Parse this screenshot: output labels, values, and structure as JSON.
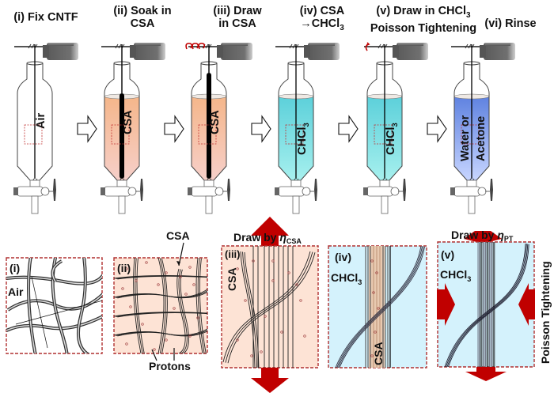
{
  "steps": [
    {
      "id": "i",
      "title_line1": "(i) Fix CNTF",
      "title_line2": "",
      "title_sub": "",
      "solvent_label": "Air",
      "solvent_label2": "",
      "fill_top": "#ffffff",
      "fill_bottom": "#ffffff",
      "fiber": "thin",
      "motor_twist": "none"
    },
    {
      "id": "ii",
      "title_line1": "(ii) Soak in",
      "title_line2": "CSA",
      "title_sub": "",
      "solvent_label": "CSA",
      "solvent_label2": "",
      "fill_top": "#f5b68a",
      "fill_bottom": "#f6cfc9",
      "fiber": "thick",
      "motor_twist": "none"
    },
    {
      "id": "iii",
      "title_line1": "(iii) Draw",
      "title_line2": "in CSA",
      "title_sub": "",
      "solvent_label": "CSA",
      "solvent_label2": "",
      "fill_top": "#f5b68a",
      "fill_bottom": "#f6cfc9",
      "fiber": "thick",
      "motor_twist": "many"
    },
    {
      "id": "iv",
      "title_line1": "(iv) CSA",
      "title_line2": "→CHCl",
      "title_sub": "3",
      "solvent_label": "CHCl",
      "solvent_label_sub": "3",
      "solvent_label2": "",
      "fill_top": "#5cd0da",
      "fill_bottom": "#a6f0ee",
      "fiber": "thin",
      "motor_twist": "none"
    },
    {
      "id": "v",
      "title_line1": "(v) Draw in CHCl",
      "title_line1_sub": "3",
      "title_line2": "Poisson Tightening",
      "title_sub": "",
      "solvent_label": "CHCl",
      "solvent_label_sub": "3",
      "solvent_label2": "",
      "fill_top": "#5cd0da",
      "fill_bottom": "#a6f0ee",
      "fiber": "thin",
      "motor_twist": "one"
    },
    {
      "id": "vi",
      "title_line1": "(vi) Rinse",
      "title_line2": "",
      "title_sub": "",
      "solvent_label": "Water or",
      "solvent_label2": "Acetone",
      "fill_top": "#5f82e0",
      "fill_bottom": "#c7d5ff",
      "fiber": "thin",
      "motor_twist": "none"
    }
  ],
  "panels": [
    {
      "id": "i",
      "tag": "(i)",
      "medium": "Air",
      "background": "#ffffff"
    },
    {
      "id": "ii",
      "tag": "(ii)",
      "medium": "CSA",
      "background": "#fde3d5",
      "annot_top": "CSA",
      "annot_bottom": "Protons"
    },
    {
      "id": "iii",
      "tag": "(iii)",
      "medium": "CSA",
      "background": "#fde3d5",
      "draw_label": "Draw by ",
      "draw_symbol": "η",
      "draw_sub": "CSA"
    },
    {
      "id": "iv",
      "tag": "(iv)",
      "medium": "CHCl",
      "medium_sub": "3",
      "background": "#d4f2fc",
      "inner_label": "CSA"
    },
    {
      "id": "v",
      "tag": "(v)",
      "medium": "CHCl",
      "medium_sub": "3",
      "background": "#d4f2fc",
      "draw_label": "Draw by ",
      "draw_symbol": "η",
      "draw_sub": "PT",
      "side_label": "Poisson Tightening"
    }
  ],
  "colors": {
    "arrow_red": "#c00000",
    "dash_red": "#b03030",
    "motor_gray": "#6b6b6b",
    "text": "#111111"
  },
  "icons": [
    "process-arrow-icon",
    "motor-icon",
    "separatory-funnel-icon",
    "stopcock-icon",
    "twist-arrow-icon",
    "force-arrow-icon"
  ]
}
